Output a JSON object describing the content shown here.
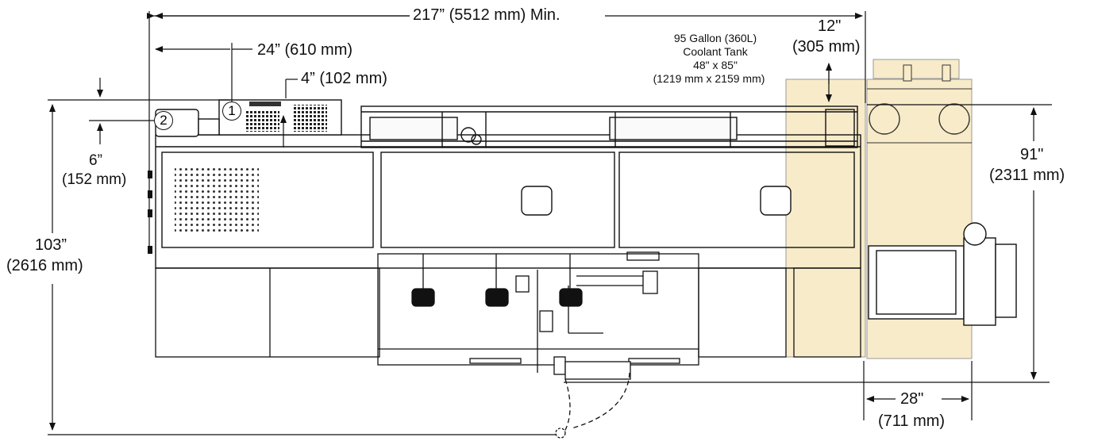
{
  "dimensions": {
    "overall_width": "217” (5512 mm) Min.",
    "width_24": "24” (610 mm)",
    "clearance_4": "4” (102 mm)",
    "height_6_in": "6”",
    "height_6_mm": "(152 mm)",
    "depth_103_in": "103”",
    "depth_103_mm": "(2616 mm)",
    "clearance_12_in": "12\"",
    "clearance_12_mm": "(305 mm)",
    "tank_91_in": "91\"",
    "tank_91_mm": "(2311 mm)",
    "tank_28_in": "28\"",
    "tank_28_mm": "(711 mm)"
  },
  "coolant_tank": {
    "line1": "95 Gallon (360L)",
    "line2": "Coolant Tank",
    "line3": "48\" x 85\"",
    "line4": "(1219 mm x 2159 mm)"
  },
  "callouts": {
    "one": "1",
    "two": "2"
  },
  "colors": {
    "tank_fill": "#f8ebc9",
    "line": "#111111",
    "panel": "#f4f4f4"
  }
}
